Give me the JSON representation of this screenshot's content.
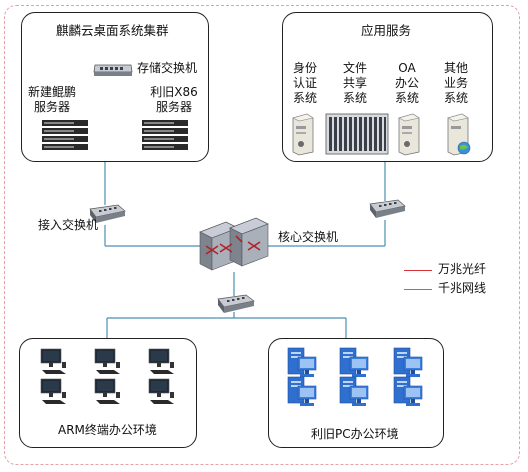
{
  "cluster": {
    "title": "麒麟云桌面系统集群",
    "storage_switch": "存储交换机",
    "new_server": "新建鲲鹏\n服务器",
    "old_server": "利旧X86\n服务器"
  },
  "apps": {
    "title": "应用服务",
    "items": [
      "身份\n认证\n系统",
      "文件\n共享\n系统",
      "OA\n办公\n系统",
      "其他\n业务\n系统"
    ]
  },
  "access_switch": "接入交换机",
  "core_switch": "核心交换机",
  "legend": [
    {
      "label": "万兆光纤",
      "color": "#d9343a"
    },
    {
      "label": "千兆网线",
      "color": "#4a8fb0"
    }
  ],
  "arm_env": "ARM终端办公环境",
  "pc_env": "利旧PC办公环境",
  "colors": {
    "fiber": "#d9343a",
    "copper": "#4a8fb0"
  }
}
